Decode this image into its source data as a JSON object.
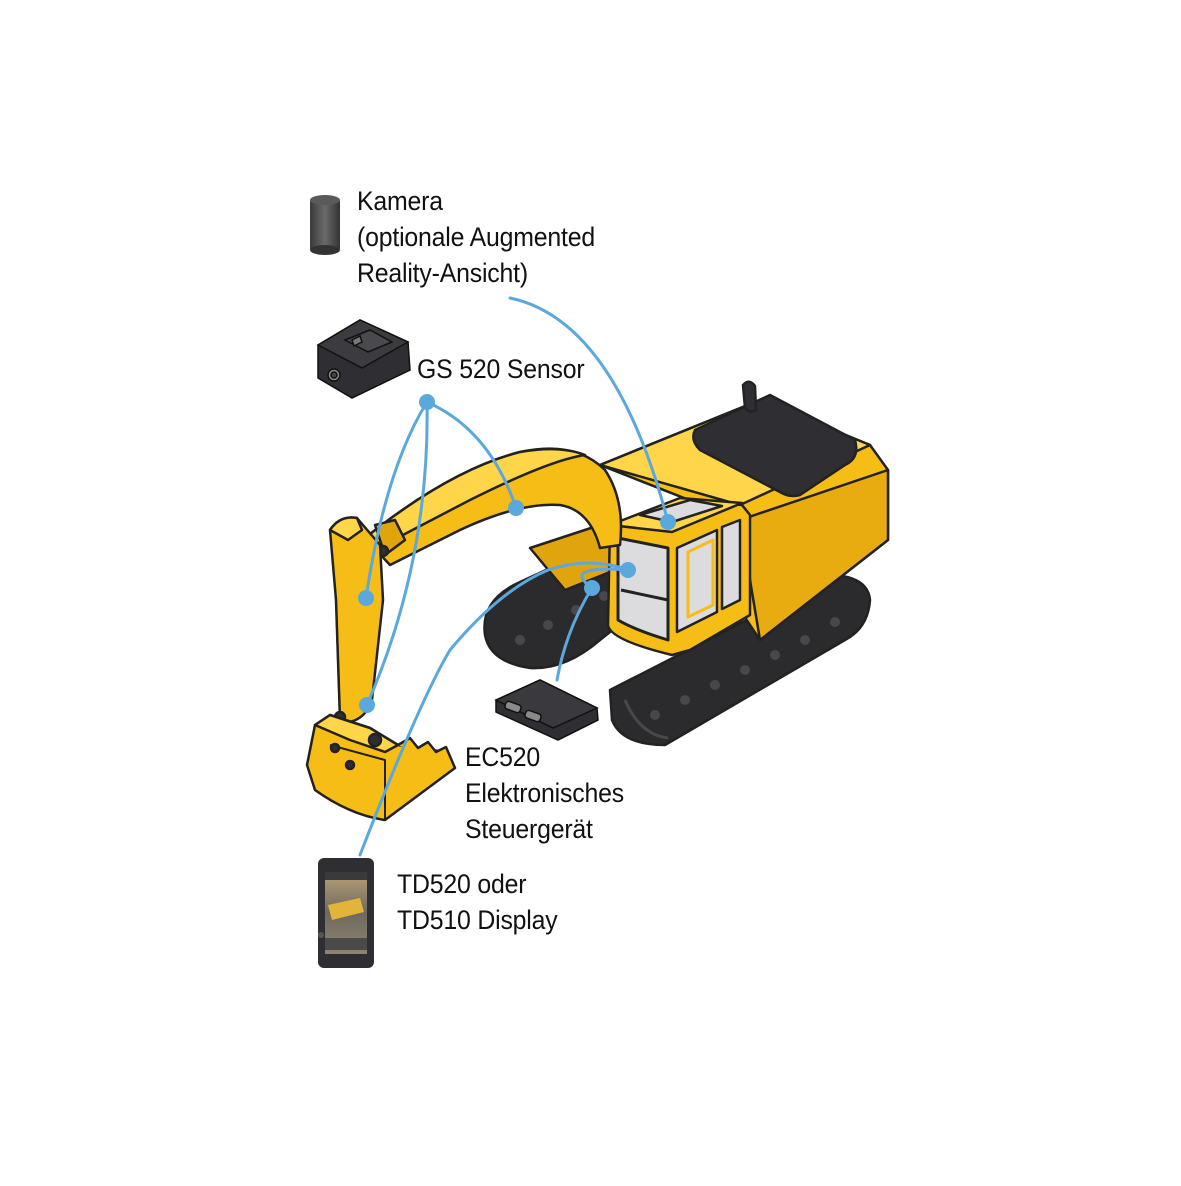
{
  "labels": {
    "camera": {
      "line1": "Kamera",
      "line2": "(optionale Augmented",
      "line3": "Reality-Ansicht)"
    },
    "sensor": {
      "line1": "GS 520 Sensor"
    },
    "ecu": {
      "line1": "EC520",
      "line2": "Elektronisches",
      "line3": "Steuergerät"
    },
    "display": {
      "line1": "TD520 oder",
      "line2": "TD510 Display"
    }
  },
  "colors": {
    "connector": "#5aa8dc",
    "machine_yellow": "#f6bd16",
    "machine_yellow_dark": "#e0a40c",
    "machine_yellow_light": "#ffd54a",
    "track": "#2b2b2e",
    "device_dark": "#2f2f33",
    "outline": "#222222",
    "glass": "#dcdcdf"
  },
  "icons": [
    "camera-icon",
    "gs520-sensor-icon",
    "ec520-controller-icon",
    "td-display-icon",
    "excavator-illustration"
  ]
}
